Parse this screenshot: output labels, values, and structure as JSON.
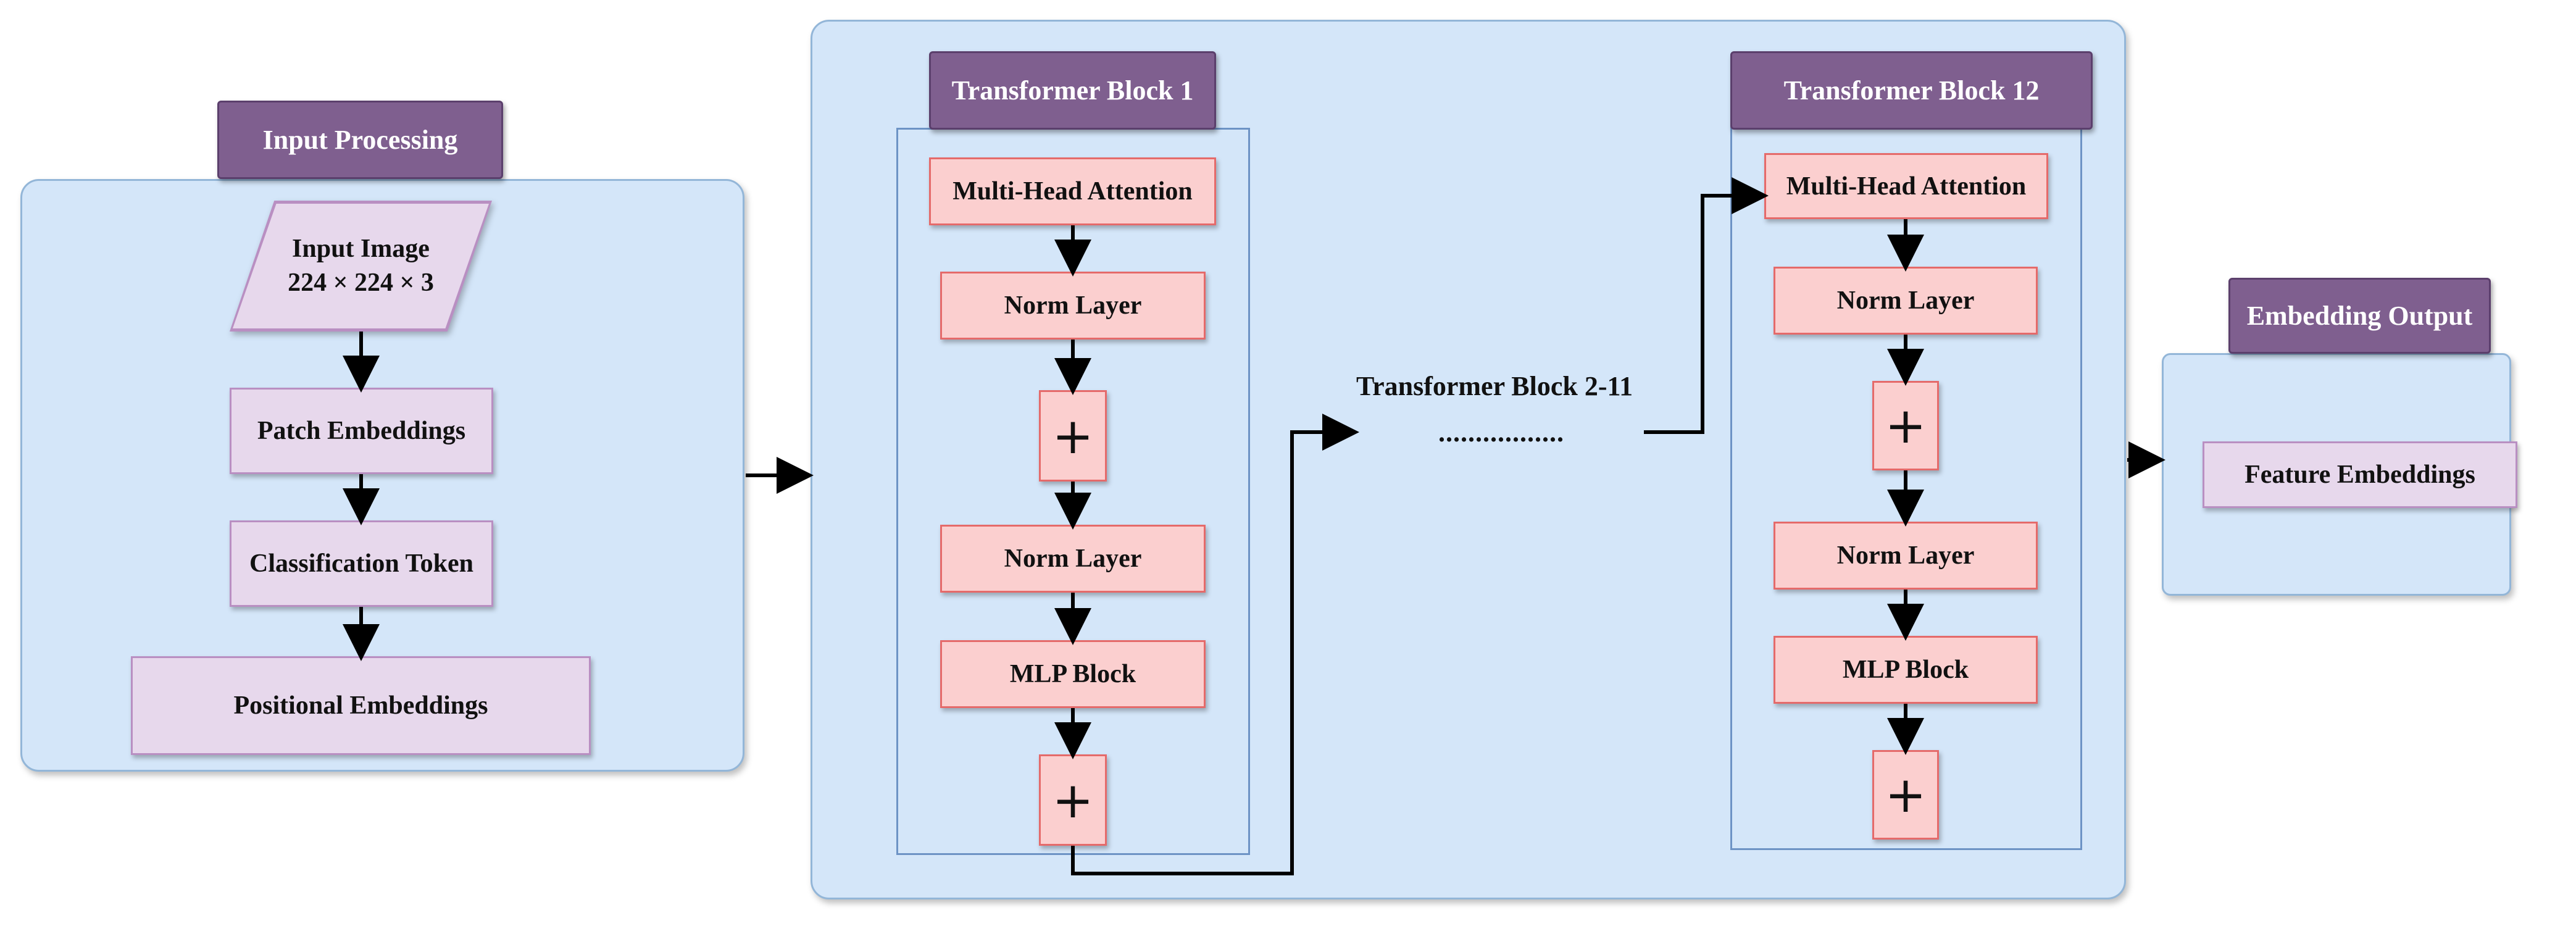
{
  "input_processing": {
    "title": "Input Processing",
    "input_image": {
      "line1": "Input Image",
      "line2": "224 × 224 × 3"
    },
    "patch_embeddings": "Patch Embeddings",
    "classification_token": "Classification Token",
    "positional_embeddings": "Positional Embeddings"
  },
  "transformer_block_1": {
    "title": "Transformer Block 1",
    "multi_head_attention": "Multi-Head Attention",
    "norm_layer_1": "Norm Layer",
    "add_1": "+",
    "norm_layer_2": "Norm Layer",
    "mlp_block": "MLP Block",
    "add_2": "+"
  },
  "middle": {
    "label": "Transformer Block 2-11",
    "dots": "................."
  },
  "transformer_block_12": {
    "title": "Transformer Block 12",
    "multi_head_attention": "Multi-Head Attention",
    "norm_layer_1": "Norm Layer",
    "add_1": "+",
    "norm_layer_2": "Norm Layer",
    "mlp_block": "MLP Block",
    "add_2": "+"
  },
  "embedding_output": {
    "title": "Embedding Output",
    "feature_embeddings": "Feature Embeddings"
  },
  "colors": {
    "panel_fill": "#d4e6f9",
    "header_fill": "#7f5f8f",
    "purple_box_fill": "#e7d8ec",
    "red_box_fill": "#fbcfcf",
    "arrow": "#000000"
  }
}
